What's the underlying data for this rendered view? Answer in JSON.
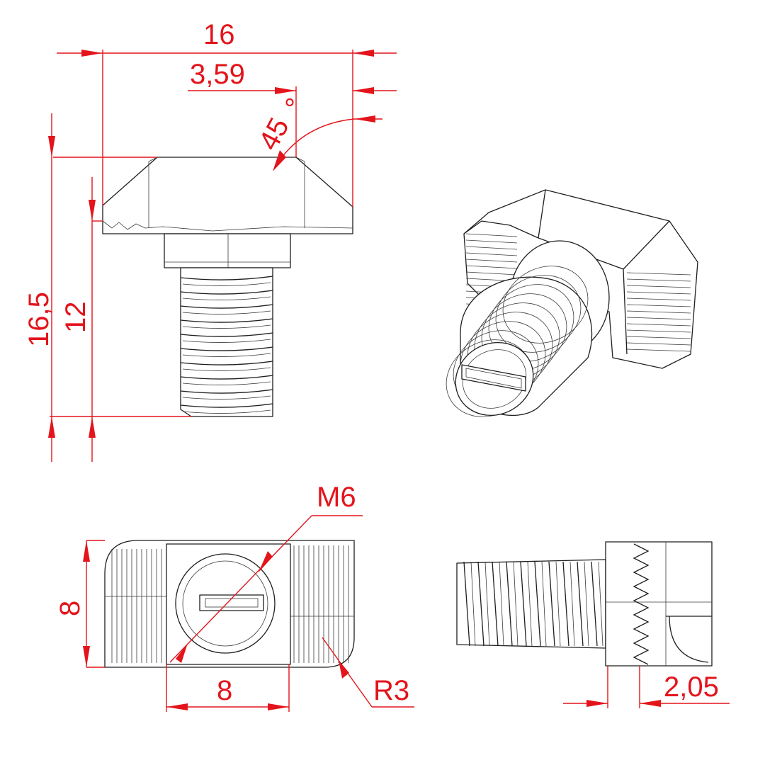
{
  "dimensions": {
    "overall_width": "16",
    "chamfer_width": "3,59",
    "chamfer_angle": "45",
    "degree_mark": "°",
    "overall_height": "16,5",
    "thread_length": "12",
    "thread_size": "M6",
    "head_height": "8",
    "head_width": "8",
    "corner_radius": "R3",
    "knurl_offset": "2,05"
  },
  "colors": {
    "dimension": "#e3141b",
    "part_outline": "#1e1e1e",
    "background": "#ffffff"
  }
}
